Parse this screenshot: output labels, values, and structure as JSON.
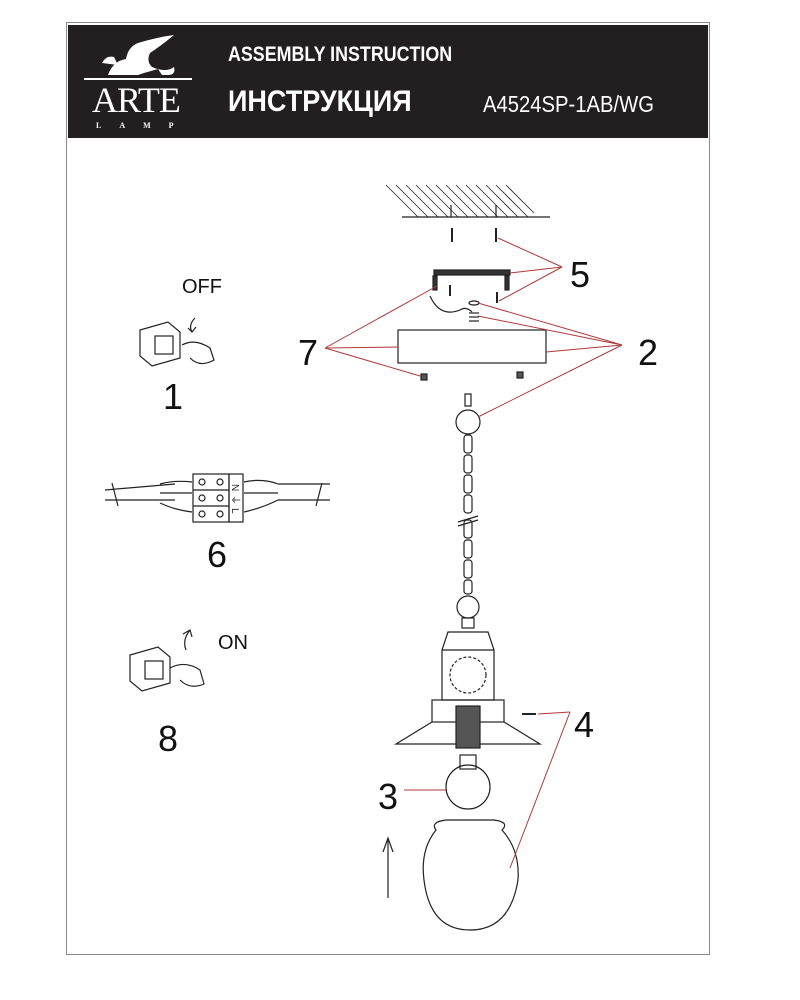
{
  "header": {
    "logo_text": "ARTE",
    "logo_sub": "LAMP",
    "title_en": "ASSEMBLY INSTRUCTION",
    "title_ru": "ИНСТРУКЦИЯ",
    "model": "A4524SP-1AB/WG"
  },
  "steps": {
    "off_label": "OFF",
    "on_label": "ON",
    "n1": "1",
    "n2": "2",
    "n3": "3",
    "n4": "4",
    "n5": "5",
    "n6": "6",
    "n7": "7",
    "n8": "8"
  },
  "terminal_labels": [
    "N",
    "⏚",
    "L"
  ],
  "colors": {
    "header_bg": "#231f20",
    "leader": "#b0393b"
  }
}
